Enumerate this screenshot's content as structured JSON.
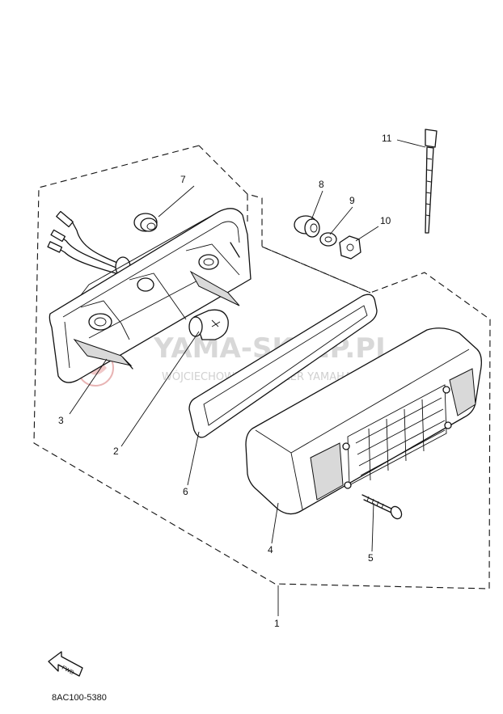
{
  "watermark": {
    "title": "YAMA-SKLEP.PL",
    "subtitle": "WÓJCIECHOWICZ | DEALER YAMAHA"
  },
  "callouts": [
    {
      "id": "1",
      "label": "1"
    },
    {
      "id": "2",
      "label": "2"
    },
    {
      "id": "3",
      "label": "3"
    },
    {
      "id": "4",
      "label": "4"
    },
    {
      "id": "5",
      "label": "5"
    },
    {
      "id": "6",
      "label": "6"
    },
    {
      "id": "7",
      "label": "7"
    },
    {
      "id": "8",
      "label": "8"
    },
    {
      "id": "9",
      "label": "9"
    },
    {
      "id": "10",
      "label": "10"
    },
    {
      "id": "11",
      "label": "11"
    }
  ],
  "fwd_label": "FWD",
  "drawing_code": "8AC100-5380",
  "icons": {
    "fwd_arrow": "fwd-arrow-icon"
  }
}
